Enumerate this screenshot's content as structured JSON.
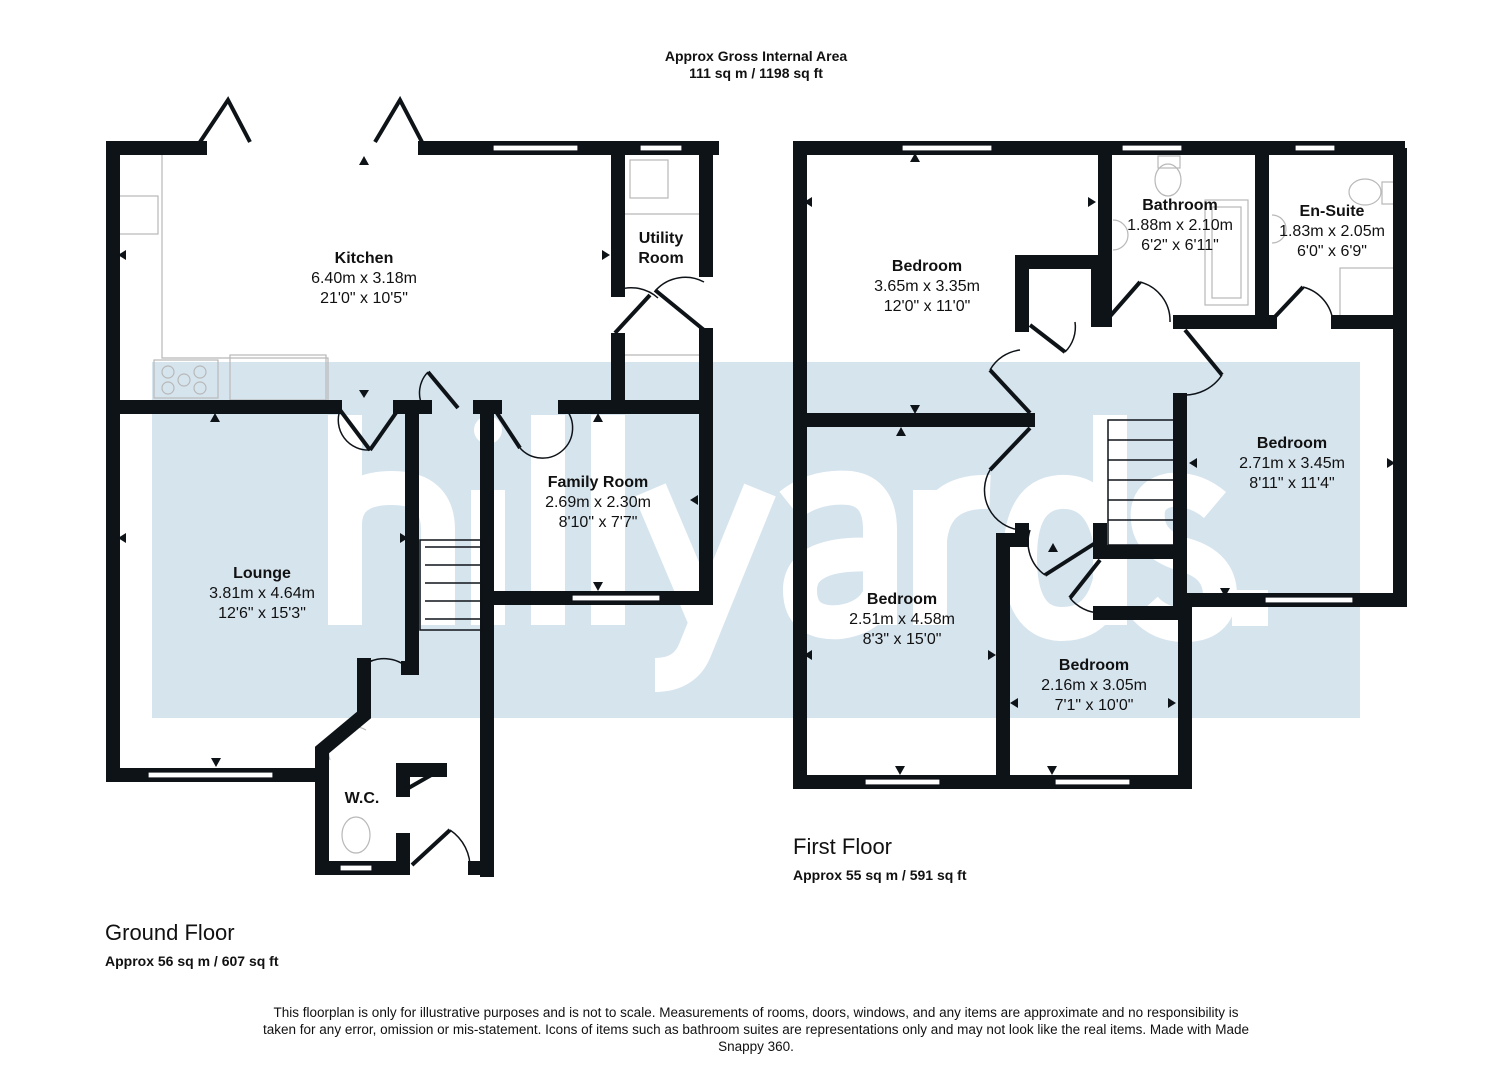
{
  "header": {
    "title": "Approx Gross Internal Area",
    "area": "111 sq m / 1198 sq ft"
  },
  "watermark": {
    "text": "hillyards.",
    "color": "#d6e4ee"
  },
  "colors": {
    "wall": "#0e1318",
    "fixture": "#b8b8b8"
  },
  "ground_floor": {
    "label": "Ground Floor",
    "area": "Approx 56 sq m / 607 sq ft",
    "rooms": [
      {
        "name": "Kitchen",
        "metric": "6.40m x 3.18m",
        "imperial": "21'0\" x 10'5\""
      },
      {
        "name": "Utility",
        "name2": "Room"
      },
      {
        "name": "Family Room",
        "metric": "2.69m x 2.30m",
        "imperial": "8'10\" x 7'7\""
      },
      {
        "name": "Lounge",
        "metric": "3.81m x 4.64m",
        "imperial": "12'6\" x 15'3\""
      },
      {
        "name": "W.C."
      }
    ]
  },
  "first_floor": {
    "label": "First Floor",
    "area": "Approx 55 sq m / 591 sq ft",
    "rooms": [
      {
        "name": "Bedroom",
        "metric": "3.65m x 3.35m",
        "imperial": "12'0\" x 11'0\""
      },
      {
        "name": "Bathroom",
        "metric": "1.88m x 2.10m",
        "imperial": "6'2\" x 6'11\""
      },
      {
        "name": "En-Suite",
        "metric": "1.83m x 2.05m",
        "imperial": "6'0\" x 6'9\""
      },
      {
        "name": "Bedroom",
        "metric": "2.71m x 3.45m",
        "imperial": "8'11\" x 11'4\""
      },
      {
        "name": "Bedroom",
        "metric": "2.51m x 4.58m",
        "imperial": "8'3\" x 15'0\""
      },
      {
        "name": "Bedroom",
        "metric": "2.16m x 3.05m",
        "imperial": "7'1\" x 10'0\""
      }
    ]
  },
  "disclaimer": "This floorplan is only for illustrative purposes and is not to scale. Measurements of rooms, doors, windows, and any items are approximate and no responsibility is taken for any error, omission or mis-statement. Icons of items such as bathroom suites are representations only and may not look like the real items. Made with Made Snappy 360."
}
